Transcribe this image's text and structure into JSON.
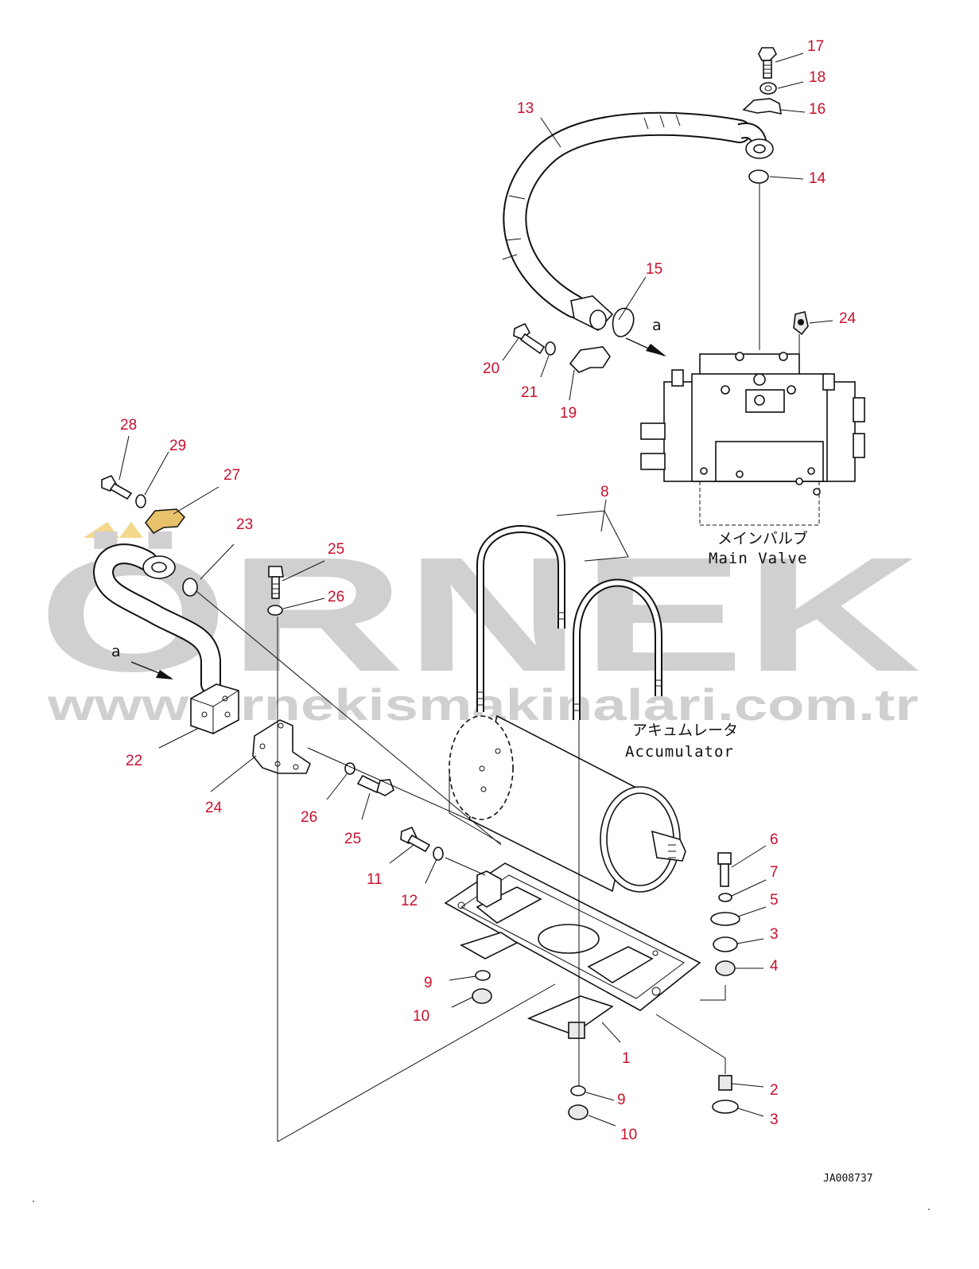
{
  "watermark": {
    "brand": "ÖRNEK",
    "url": "www.ornekismakinalari.com.tr",
    "color": "#c9c7cb",
    "accent_color": "#f3d27a"
  },
  "labels": {
    "main_valve_jp": "メインバルブ",
    "main_valve_en": "Main Valve",
    "accumulator_jp": "アキュムレータ",
    "accumulator_en": "Accumulator",
    "arrow_a_right": "a",
    "arrow_a_left": "a",
    "drawing_code": "JA008737"
  },
  "callouts": [
    {
      "id": "c17",
      "text": "17"
    },
    {
      "id": "c18",
      "text": "18"
    },
    {
      "id": "c16",
      "text": "16"
    },
    {
      "id": "c13",
      "text": "13"
    },
    {
      "id": "c14",
      "text": "14"
    },
    {
      "id": "c15",
      "text": "15"
    },
    {
      "id": "c24a",
      "text": "24"
    },
    {
      "id": "c20",
      "text": "20"
    },
    {
      "id": "c21",
      "text": "21"
    },
    {
      "id": "c19",
      "text": "19"
    },
    {
      "id": "c28",
      "text": "28"
    },
    {
      "id": "c29",
      "text": "29"
    },
    {
      "id": "c27",
      "text": "27"
    },
    {
      "id": "c23",
      "text": "23"
    },
    {
      "id": "c8",
      "text": "8"
    },
    {
      "id": "c25a",
      "text": "25"
    },
    {
      "id": "c26a",
      "text": "26"
    },
    {
      "id": "c22",
      "text": "22"
    },
    {
      "id": "c24b",
      "text": "24"
    },
    {
      "id": "c26b",
      "text": "26"
    },
    {
      "id": "c25b",
      "text": "25"
    },
    {
      "id": "c11",
      "text": "11"
    },
    {
      "id": "c12",
      "text": "12"
    },
    {
      "id": "c6",
      "text": "6"
    },
    {
      "id": "c7",
      "text": "7"
    },
    {
      "id": "c5",
      "text": "5"
    },
    {
      "id": "c3a",
      "text": "3"
    },
    {
      "id": "c4",
      "text": "4"
    },
    {
      "id": "c9a",
      "text": "9"
    },
    {
      "id": "c10a",
      "text": "10"
    },
    {
      "id": "c1",
      "text": "1"
    },
    {
      "id": "c2",
      "text": "2"
    },
    {
      "id": "c3b",
      "text": "3"
    },
    {
      "id": "c9b",
      "text": "9"
    },
    {
      "id": "c10b",
      "text": "10"
    }
  ],
  "callout_color": "#c8102e"
}
